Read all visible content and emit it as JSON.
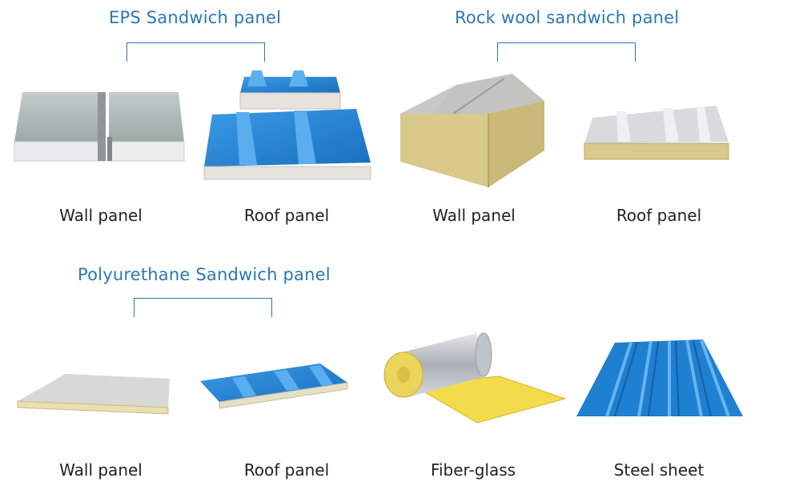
{
  "groups": {
    "eps": {
      "title": "EPS Sandwich panel"
    },
    "rockwool": {
      "title": "Rock wool sandwich panel"
    },
    "pu": {
      "title": "Polyurethane Sandwich panel"
    }
  },
  "captions": {
    "eps_wall": "Wall panel",
    "eps_roof": "Roof panel",
    "rock_wall": "Wall panel",
    "rock_roof": "Roof panel",
    "pu_wall": "Wall panel",
    "pu_roof": "Roof panel",
    "fiberglass": "Fiber-glass",
    "steel": "Steel sheet"
  },
  "colors": {
    "accent": "#2a78b5",
    "steel_blue": "#1f7fd0",
    "panel_gray": "#a9b3b2",
    "rockwool_yellow": "#d8c98a",
    "fiberglass_yellow": "#f3dc4a"
  }
}
